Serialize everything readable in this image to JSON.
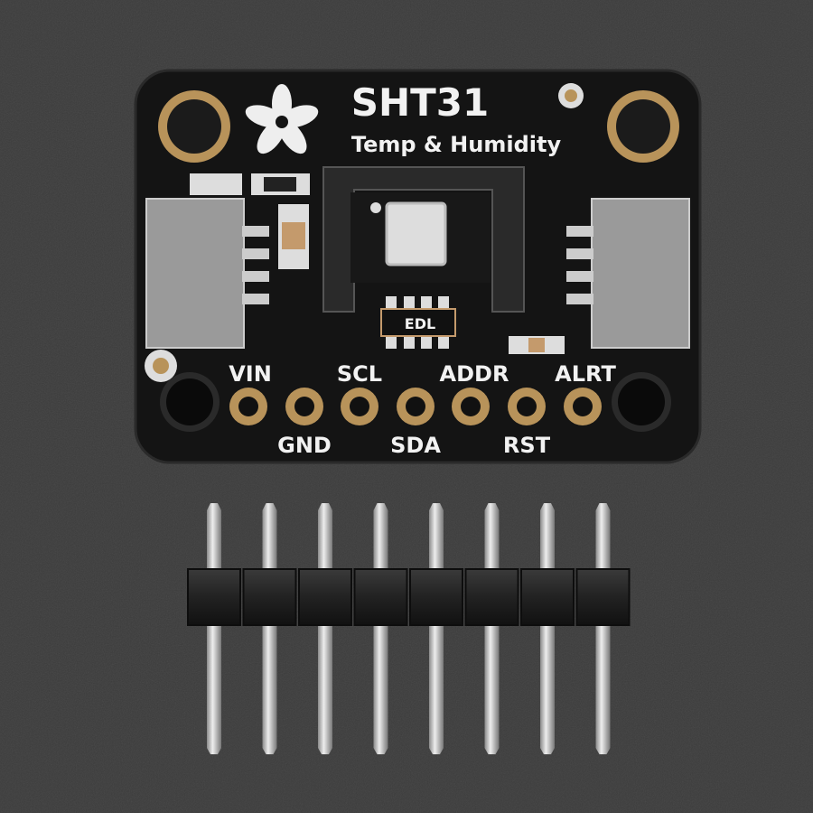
{
  "board": {
    "title": "SHT31",
    "subtitle": "Temp & Humidity",
    "chip_marking": "EDL",
    "pins_top": [
      "VIN",
      "SCL",
      "ADDR",
      "ALRT"
    ],
    "pins_bottom": [
      "GND",
      "SDA",
      "RST"
    ],
    "pin_count": 7
  },
  "header_strip": {
    "pin_count": 8
  },
  "colors": {
    "background": "#3b3b3b",
    "pcb": "#141414",
    "gold": "#b8935a",
    "silkscreen": "#f2f2f2",
    "connector": "#9a9a9a",
    "pin": "#c8c8c8"
  }
}
